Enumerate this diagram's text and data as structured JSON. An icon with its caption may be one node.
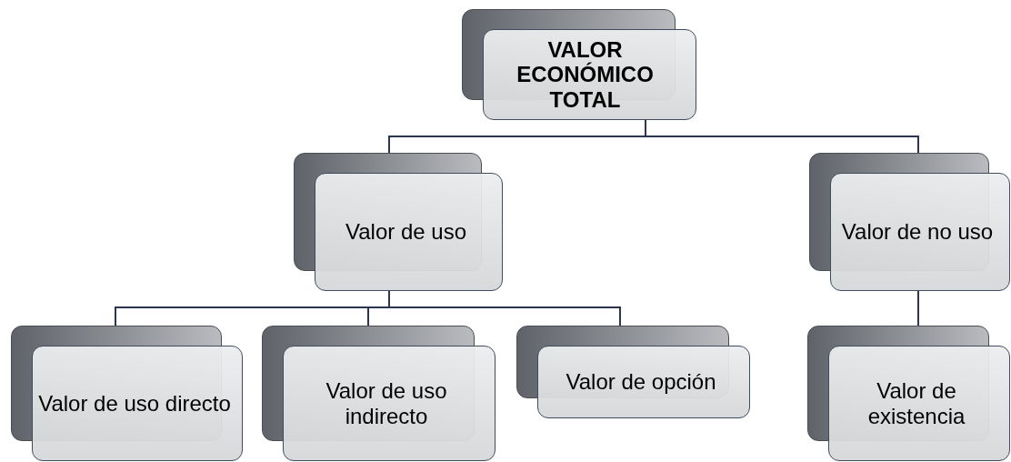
{
  "diagram": {
    "nodes": [
      {
        "text": [
          "VALOR ECONÓMICO TOTAL"
        ]
      },
      {
        "text": [
          "Valor de uso"
        ]
      },
      {
        "text": [
          "Valor de no uso"
        ]
      },
      {
        "text": [
          "Valor de uso directo"
        ]
      },
      {
        "text": [
          "Valor de uso indirecto"
        ]
      },
      {
        "text": [
          "Valor de opción"
        ]
      },
      {
        "text": [
          "Valor de existencia"
        ]
      }
    ],
    "edges": [
      {
        "from": 0,
        "to": 1,
        "arrow": "none"
      },
      {
        "from": 0,
        "to": 2,
        "arrow": "none"
      },
      {
        "from": 1,
        "to": 3,
        "arrow": "none"
      },
      {
        "from": 1,
        "to": 4,
        "arrow": "none"
      },
      {
        "from": 1,
        "to": 5,
        "arrow": "none"
      },
      {
        "from": 2,
        "to": 6,
        "arrow": "none"
      }
    ]
  }
}
